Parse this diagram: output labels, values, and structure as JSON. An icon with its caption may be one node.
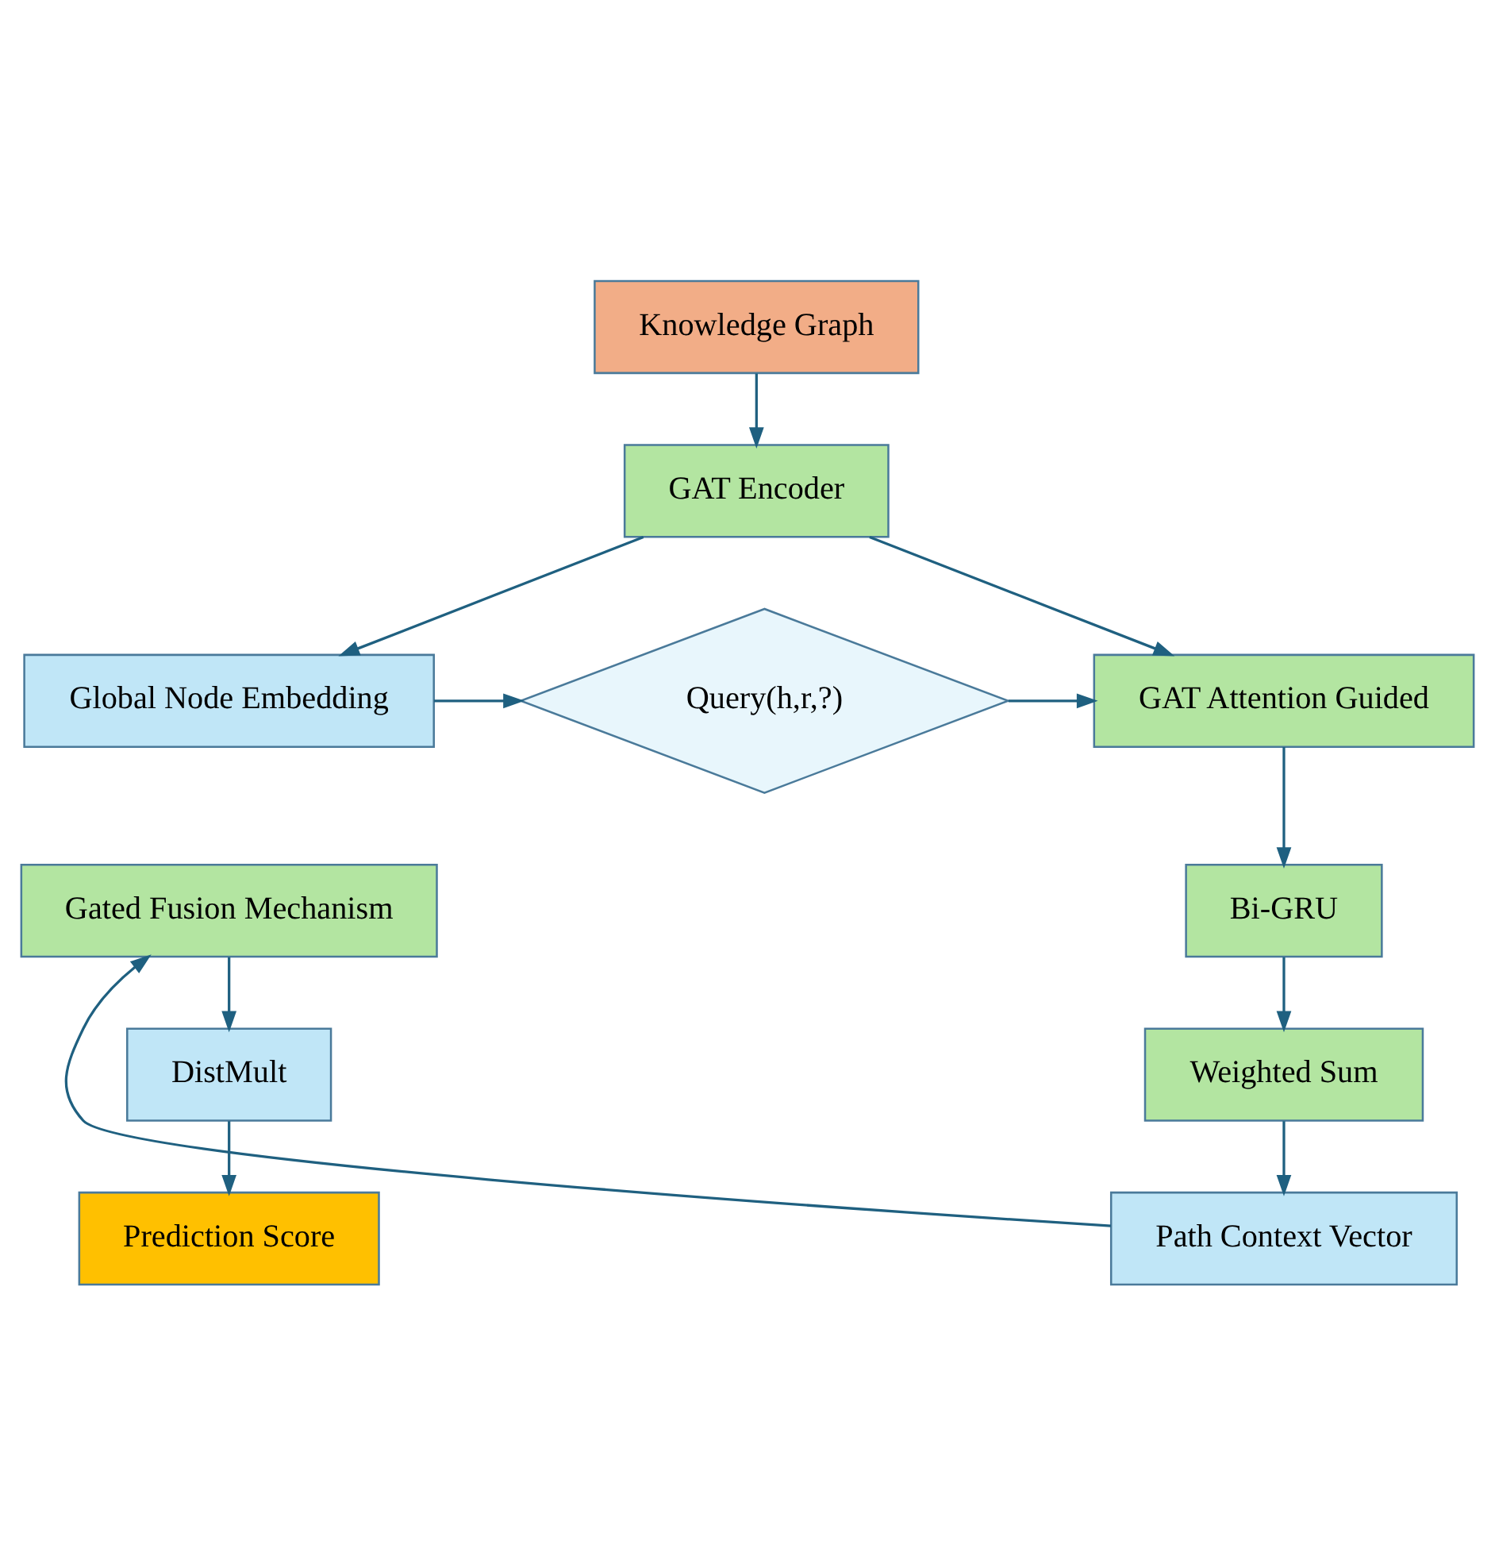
{
  "diagram": {
    "nodes": [
      {
        "text": [
          "Knowledge Graph"
        ]
      },
      {
        "text": [
          "GAT Encoder"
        ]
      },
      {
        "text": [
          "Global Node Embedding"
        ]
      },
      {
        "text": [
          "Query(h,r,?)"
        ]
      },
      {
        "text": [
          "GAT Attention Guided"
        ]
      },
      {
        "text": [
          "Bi-GRU"
        ]
      },
      {
        "text": [
          "Weighted Sum"
        ]
      },
      {
        "text": [
          "Path Context Vector"
        ]
      },
      {
        "text": [
          "Gated Fusion Mechanism"
        ]
      },
      {
        "text": [
          "DistMult"
        ]
      },
      {
        "text": [
          "Prediction Score"
        ]
      }
    ],
    "edges": [
      {
        "from": 0,
        "to": 1,
        "arrow": "to"
      },
      {
        "from": 1,
        "to": 2,
        "arrow": "to"
      },
      {
        "from": 1,
        "to": 4,
        "arrow": "to"
      },
      {
        "from": 2,
        "to": 3,
        "arrow": "to"
      },
      {
        "from": 3,
        "to": 4,
        "arrow": "to"
      },
      {
        "from": 4,
        "to": 5,
        "arrow": "to"
      },
      {
        "from": 5,
        "to": 6,
        "arrow": "to"
      },
      {
        "from": 6,
        "to": 7,
        "arrow": "to"
      },
      {
        "from": 7,
        "to": 8,
        "arrow": "to"
      },
      {
        "from": 8,
        "to": 9,
        "arrow": "to"
      },
      {
        "from": 9,
        "to": 10,
        "arrow": "to"
      }
    ]
  }
}
